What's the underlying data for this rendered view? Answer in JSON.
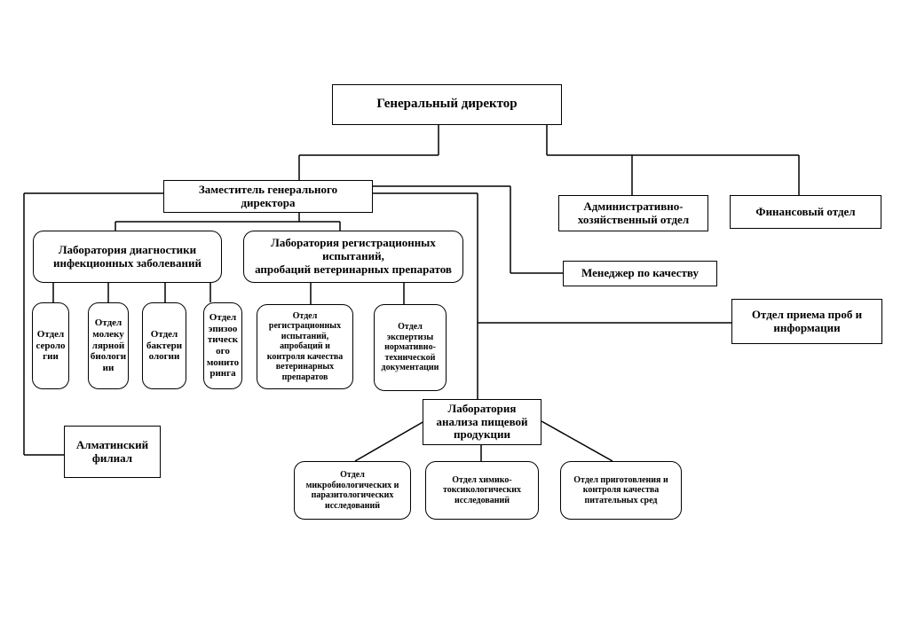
{
  "chart": {
    "general_director": "Генеральный директор",
    "deputy": "Заместитель генерального\nдиректора",
    "admin_dept": "Административно-\nхозяйственный отдел",
    "finance_dept": "Финансовый отдел",
    "lab_infect": "Лаборатория диагностики\nинфекционных заболеваний",
    "lab_reg": "Лаборатория регистрационных\nиспытаний,\nапробаций ветеринарных препаратов",
    "quality_manager": "Менеджер по качеству",
    "sample_dept": "Отдел приема проб и\nинформации",
    "dept_serology": "Отдел\nсероло\nгии",
    "dept_molecular": "Отдел\nмолеку\nлярной\nбиологи\nии",
    "dept_bacteriology": "Отдел\nбактери\nологии",
    "dept_epizootic": "Отдел\nэпизоо\nтическ\nого\nмонито\nринга",
    "dept_reg_tests": "Отдел\nрегистрационных\nиспытаний,\nапробаций и\nконтроля качества\nветеринарных\nпрепаратов",
    "dept_expertise": "Отдел\nэкспертизы\nнормативно-\nтехнической\nдокументации",
    "lab_food": "Лаборатория\nанализа пищевой\nпродукции",
    "almaty_branch": "Алматинский\nфилиал",
    "dept_microbio": "Отдел\nмикробиологических и\nпаразитологических\nисследований",
    "dept_chem": "Отдел химико-\nтоксикологических\nисследований",
    "dept_nutrient": "Отдел приготовления и\nконтроля качества\nпитательных сред"
  }
}
